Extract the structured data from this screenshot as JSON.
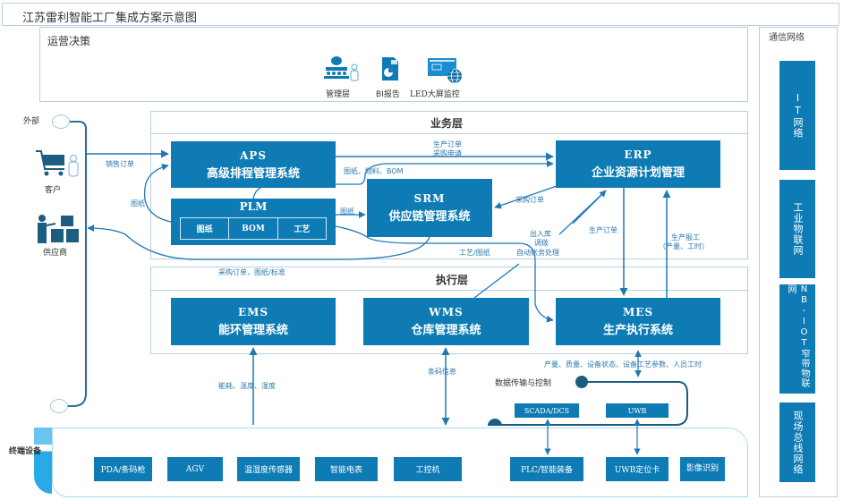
{
  "title": "江苏雷利智能工厂集成方案示意图",
  "operations": {
    "title": "运营决策",
    "icons": [
      {
        "icon": "management-people-icon",
        "label": "管理层"
      },
      {
        "icon": "bi-report-icon",
        "label": "BI报告"
      },
      {
        "icon": "led-screen-monitor-icon",
        "label": "LED大屏监控"
      }
    ]
  },
  "external": {
    "label": "外部",
    "customer": "客户",
    "supplier": "供应商"
  },
  "business_layer": {
    "title": "业务层",
    "aps": {
      "en": "APS",
      "cn": "高级排程管理系统"
    },
    "plm": {
      "en": "PLM",
      "parts": [
        "图纸",
        "BOM",
        "工艺"
      ]
    },
    "srm": {
      "en": "SRM",
      "cn": "供应链管理系统"
    },
    "erp": {
      "en": "ERP",
      "cn": "企业资源计划管理"
    }
  },
  "exec_layer": {
    "title": "执行层",
    "ems": {
      "en": "EMS",
      "cn": "能环管理系统"
    },
    "wms": {
      "en": "WMS",
      "cn": "仓库管理系统"
    },
    "mes": {
      "en": "MES",
      "cn": "生产执行系统"
    }
  },
  "flows": {
    "sales_order": "销售订单",
    "drawing": "图纸",
    "prod_order_line1": "生产订单",
    "prod_order_line2": "采购申请",
    "drawing_material_bom": "图纸、物料、BOM",
    "plm_to_srm": "图纸",
    "purchase_order": "采购订单",
    "inout_line1": "出入库",
    "inout_line2": "调拨",
    "inout_line3": "自动账务处理",
    "process_drawing": "工艺/图纸",
    "erp_prod_order": "生产订单",
    "prod_report_line1": "生产报工",
    "prod_report_line2": "（产量、工时）",
    "supplier_flow": "采购订单，图纸/标准",
    "mes_data": "产量、质量、设备状态、设备工艺参数、人员工时",
    "ems_data": "能耗、温度、湿度",
    "barcode_info": "条码信息",
    "data_transfer": "数据传输与控制"
  },
  "gateways": [
    "SCADA/DCS",
    "UWB"
  ],
  "terminal": {
    "title": "终端设备",
    "devices": [
      "PDA/条码枪",
      "AGV",
      "温湿度传感器",
      "智能电表",
      "工控机",
      "PLC/智能装备",
      "UWB定位卡",
      "影像识别"
    ]
  },
  "network": {
    "title": "通信网络",
    "items": [
      "IT网络",
      "工业物联网",
      "NB-IOT窄带物联网",
      "现场总线网络"
    ]
  },
  "colors": {
    "accent": "#0e7bb5",
    "line": "#1f6f9f",
    "frame": "#b8cfe0",
    "terminal_accent": "#29a9e6"
  }
}
